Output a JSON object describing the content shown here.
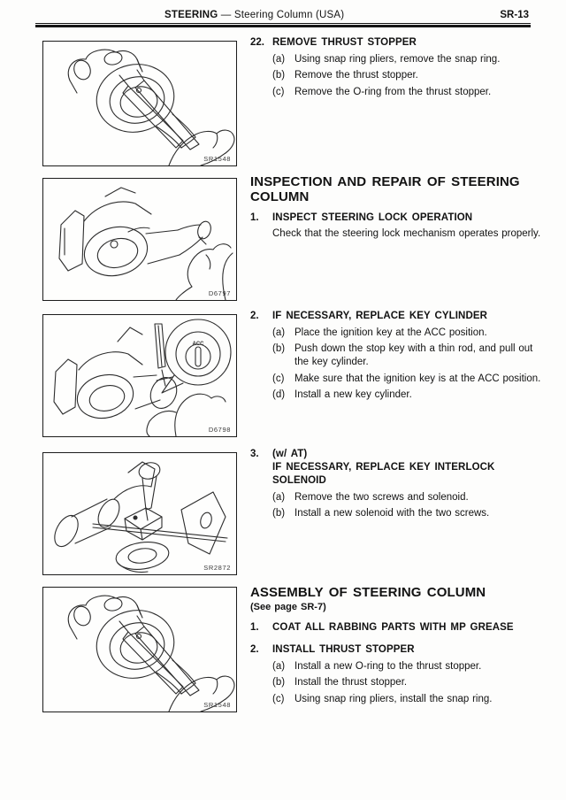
{
  "header": {
    "section": "STEERING",
    "rest": "— Steering Column (USA)",
    "page_number": "SR-13"
  },
  "figures": [
    {
      "label": "SR1548"
    },
    {
      "label": "D6797"
    },
    {
      "label": "D6798",
      "callout": "ACC"
    },
    {
      "label": "SR2872"
    },
    {
      "label": "SR1548"
    }
  ],
  "content": {
    "remove_thrust_stopper": {
      "num": "22.",
      "title": "REMOVE THRUST STOPPER",
      "substeps": [
        {
          "id": "(a)",
          "text": "Using snap ring pliers, remove the snap ring."
        },
        {
          "id": "(b)",
          "text": "Remove the thrust stopper."
        },
        {
          "id": "(c)",
          "text": "Remove the O-ring from the thrust stopper."
        }
      ]
    },
    "inspection": {
      "heading": "INSPECTION AND REPAIR OF STEERING COLUMN",
      "step1": {
        "num": "1.",
        "title": "INSPECT STEERING LOCK OPERATION",
        "body": "Check that the steering lock mechanism operates properly."
      },
      "step2": {
        "num": "2.",
        "title": "IF NECESSARY, REPLACE KEY CYLINDER",
        "substeps": [
          {
            "id": "(a)",
            "text": "Place the ignition key at the ACC position."
          },
          {
            "id": "(b)",
            "text": "Push down the stop key with a thin rod, and pull out the key cylinder."
          },
          {
            "id": "(c)",
            "text": "Make sure that the ignition key is at the ACC position."
          },
          {
            "id": "(d)",
            "text": "Install a new key cylinder."
          }
        ]
      },
      "step3": {
        "num": "3.",
        "pretitle": "(w/ AT)",
        "title": "IF NECESSARY, REPLACE KEY INTERLOCK SOLENOID",
        "substeps": [
          {
            "id": "(a)",
            "text": "Remove the two screws and solenoid."
          },
          {
            "id": "(b)",
            "text": "Install a new solenoid with the two screws."
          }
        ]
      }
    },
    "assembly": {
      "heading": "ASSEMBLY OF STEERING COLUMN",
      "subheading": "(See page SR-7)",
      "step1": {
        "num": "1.",
        "title": "COAT ALL RABBING PARTS WITH MP GREASE"
      },
      "step2": {
        "num": "2.",
        "title": "INSTALL THRUST STOPPER",
        "substeps": [
          {
            "id": "(a)",
            "text": "Install a new O-ring to the thrust stopper."
          },
          {
            "id": "(b)",
            "text": "Install the thrust stopper."
          },
          {
            "id": "(c)",
            "text": "Using snap ring pliers, install the snap ring."
          }
        ]
      }
    }
  }
}
